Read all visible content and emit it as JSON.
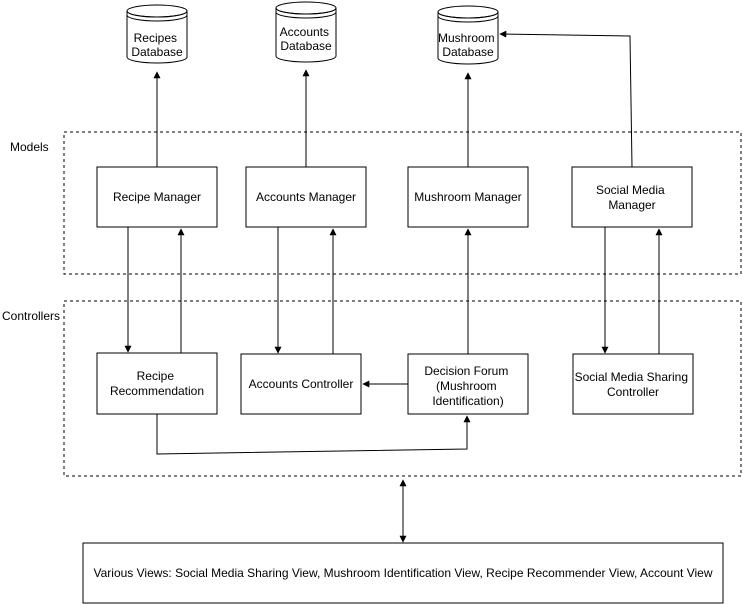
{
  "groups": {
    "models": {
      "label": "Models"
    },
    "controllers": {
      "label": "Controllers"
    }
  },
  "databases": {
    "recipes": {
      "lines": [
        "Recipes",
        "Database"
      ]
    },
    "accounts": {
      "lines": [
        "Accounts",
        "Database"
      ]
    },
    "mushroom": {
      "lines": [
        "Mushroom",
        "Database"
      ]
    }
  },
  "models": {
    "recipe_manager": {
      "lines": [
        "Recipe Manager"
      ]
    },
    "accounts_manager": {
      "lines": [
        "Accounts Manager"
      ]
    },
    "mushroom_manager": {
      "lines": [
        "Mushroom Manager"
      ]
    },
    "social_media_manager": {
      "lines": [
        "Social Media",
        "Manager"
      ]
    }
  },
  "controllers": {
    "recipe_recommendation": {
      "lines": [
        "Recipe",
        "Recommendation"
      ]
    },
    "accounts_controller": {
      "lines": [
        "Accounts Controller"
      ]
    },
    "decision_forum": {
      "lines": [
        "Decision Forum",
        "(Mushroom",
        "Identification)"
      ]
    },
    "social_media_sharing_controller": {
      "lines": [
        "Social Media Sharing",
        "Controller"
      ]
    }
  },
  "views": {
    "lines": [
      "Various Views: Social Media Sharing View, Mushroom Identification View, Recipe Recommender View, Account View"
    ]
  },
  "colors": {
    "stroke": "#000000",
    "fill": "#ffffff"
  }
}
